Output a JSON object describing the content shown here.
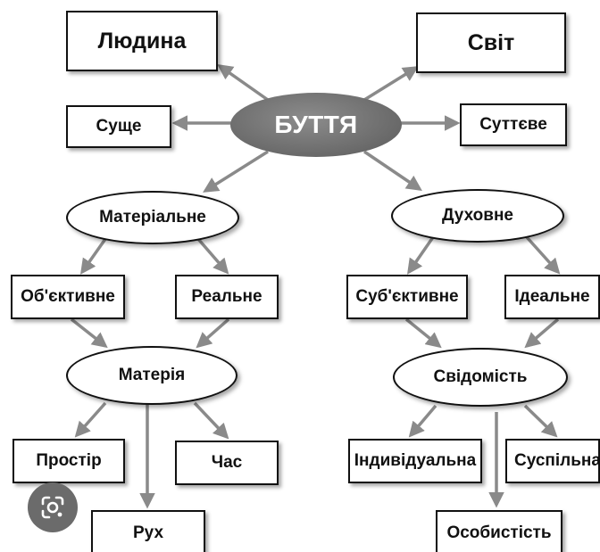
{
  "center": {
    "label": "БУТТЯ"
  },
  "top_left": {
    "label": "Людина"
  },
  "top_right": {
    "label": "Світ"
  },
  "mid_left": {
    "label": "Суще"
  },
  "mid_right": {
    "label": "Суттєве"
  },
  "material": {
    "label": "Матеріальне",
    "objective": "Об'єктивне",
    "real": "Реальне",
    "matter": "Матерія",
    "space": "Простір",
    "time": "Час",
    "motion": "Рух"
  },
  "spiritual": {
    "label": "Духовне",
    "subjective": "Суб'єктивне",
    "ideal": "Ідеальне",
    "consciousness": "Свідомість",
    "individual": "Індивідуальна",
    "social": "Суспільна",
    "personality": "Особистість"
  },
  "overlay": {
    "icon": "google-lens-icon"
  },
  "colors": {
    "arrow": "#8a8a8a",
    "core": "#6e6e6e",
    "outline": "#111111"
  }
}
